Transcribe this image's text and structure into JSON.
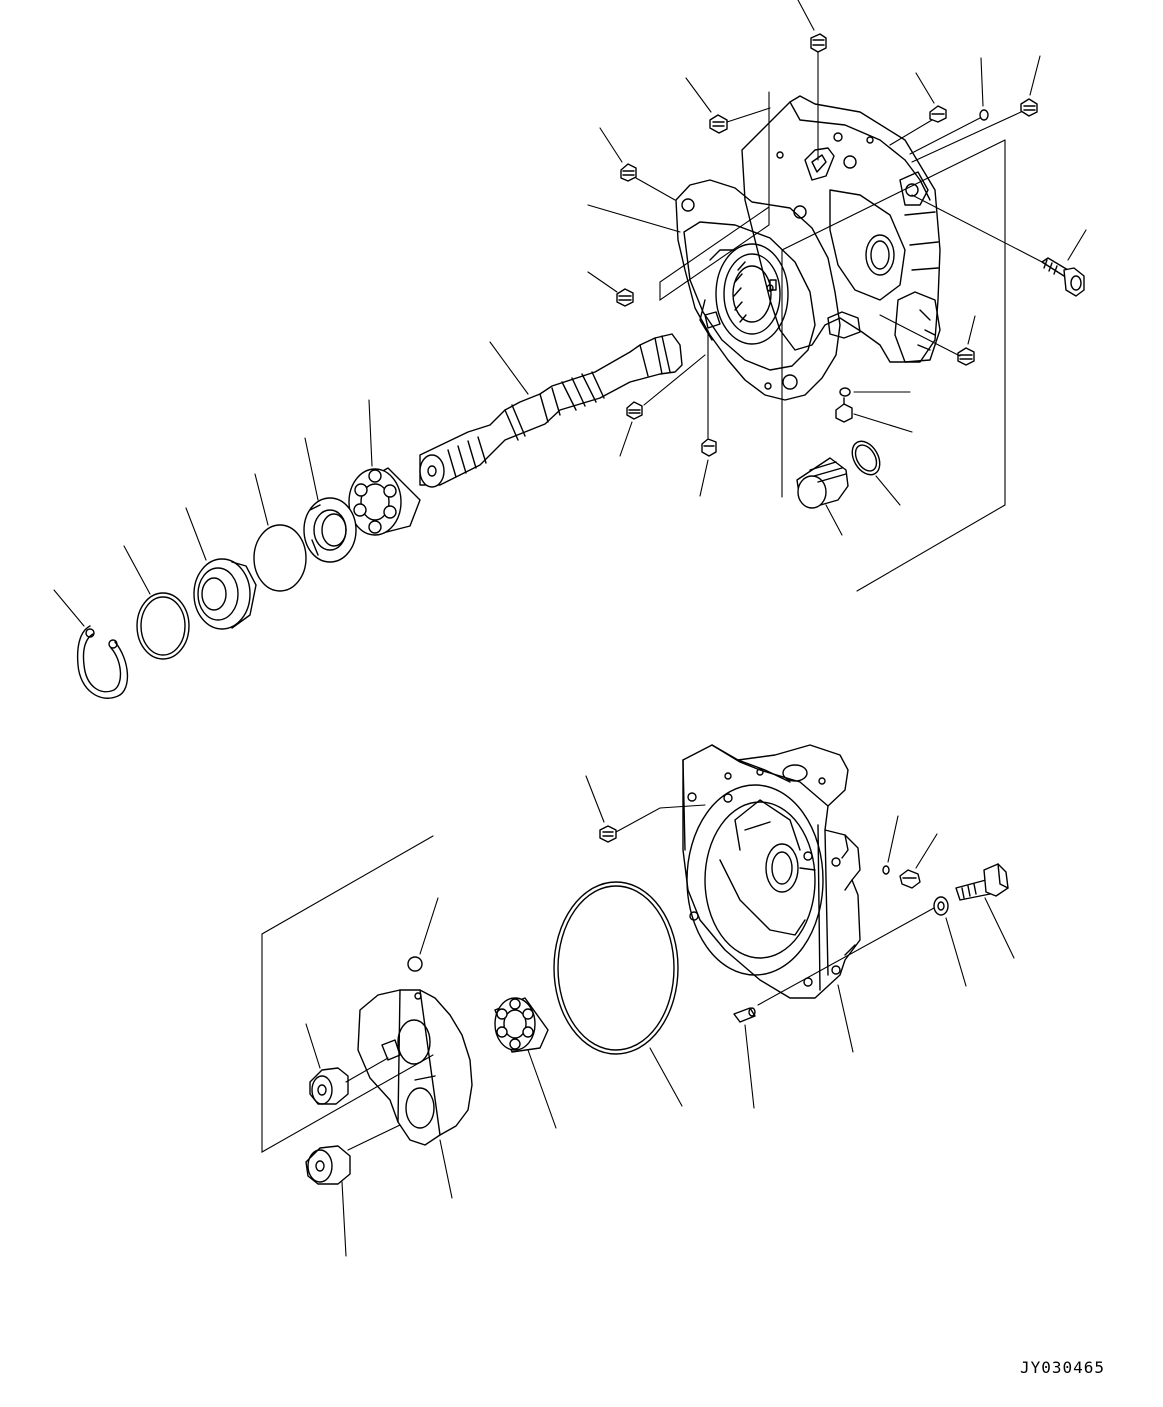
{
  "drawing": {
    "id": "JY030465"
  },
  "parts": [
    {
      "name": "plug"
    },
    {
      "name": "plug"
    },
    {
      "name": "plug"
    },
    {
      "name": "plug"
    },
    {
      "name": "o-ring"
    },
    {
      "name": "plug"
    },
    {
      "name": "union-bolt"
    },
    {
      "name": "case"
    },
    {
      "name": "plug"
    },
    {
      "name": "plug"
    },
    {
      "name": "shaft"
    },
    {
      "name": "bearing"
    },
    {
      "name": "spacer"
    },
    {
      "name": "o-ring"
    },
    {
      "name": "oil-seal"
    },
    {
      "name": "snap-ring"
    },
    {
      "name": "snap-ring"
    },
    {
      "name": "plug"
    },
    {
      "name": "pin"
    },
    {
      "name": "spool"
    },
    {
      "name": "o-ring"
    },
    {
      "name": "orifice"
    },
    {
      "name": "plug"
    },
    {
      "name": "end-cap"
    },
    {
      "name": "plug"
    },
    {
      "name": "o-ring"
    },
    {
      "name": "bolt"
    },
    {
      "name": "washer"
    },
    {
      "name": "o-ring"
    },
    {
      "name": "bearing"
    },
    {
      "name": "ball"
    },
    {
      "name": "pin"
    },
    {
      "name": "valve-plate"
    },
    {
      "name": "plug"
    },
    {
      "name": "plug"
    }
  ]
}
